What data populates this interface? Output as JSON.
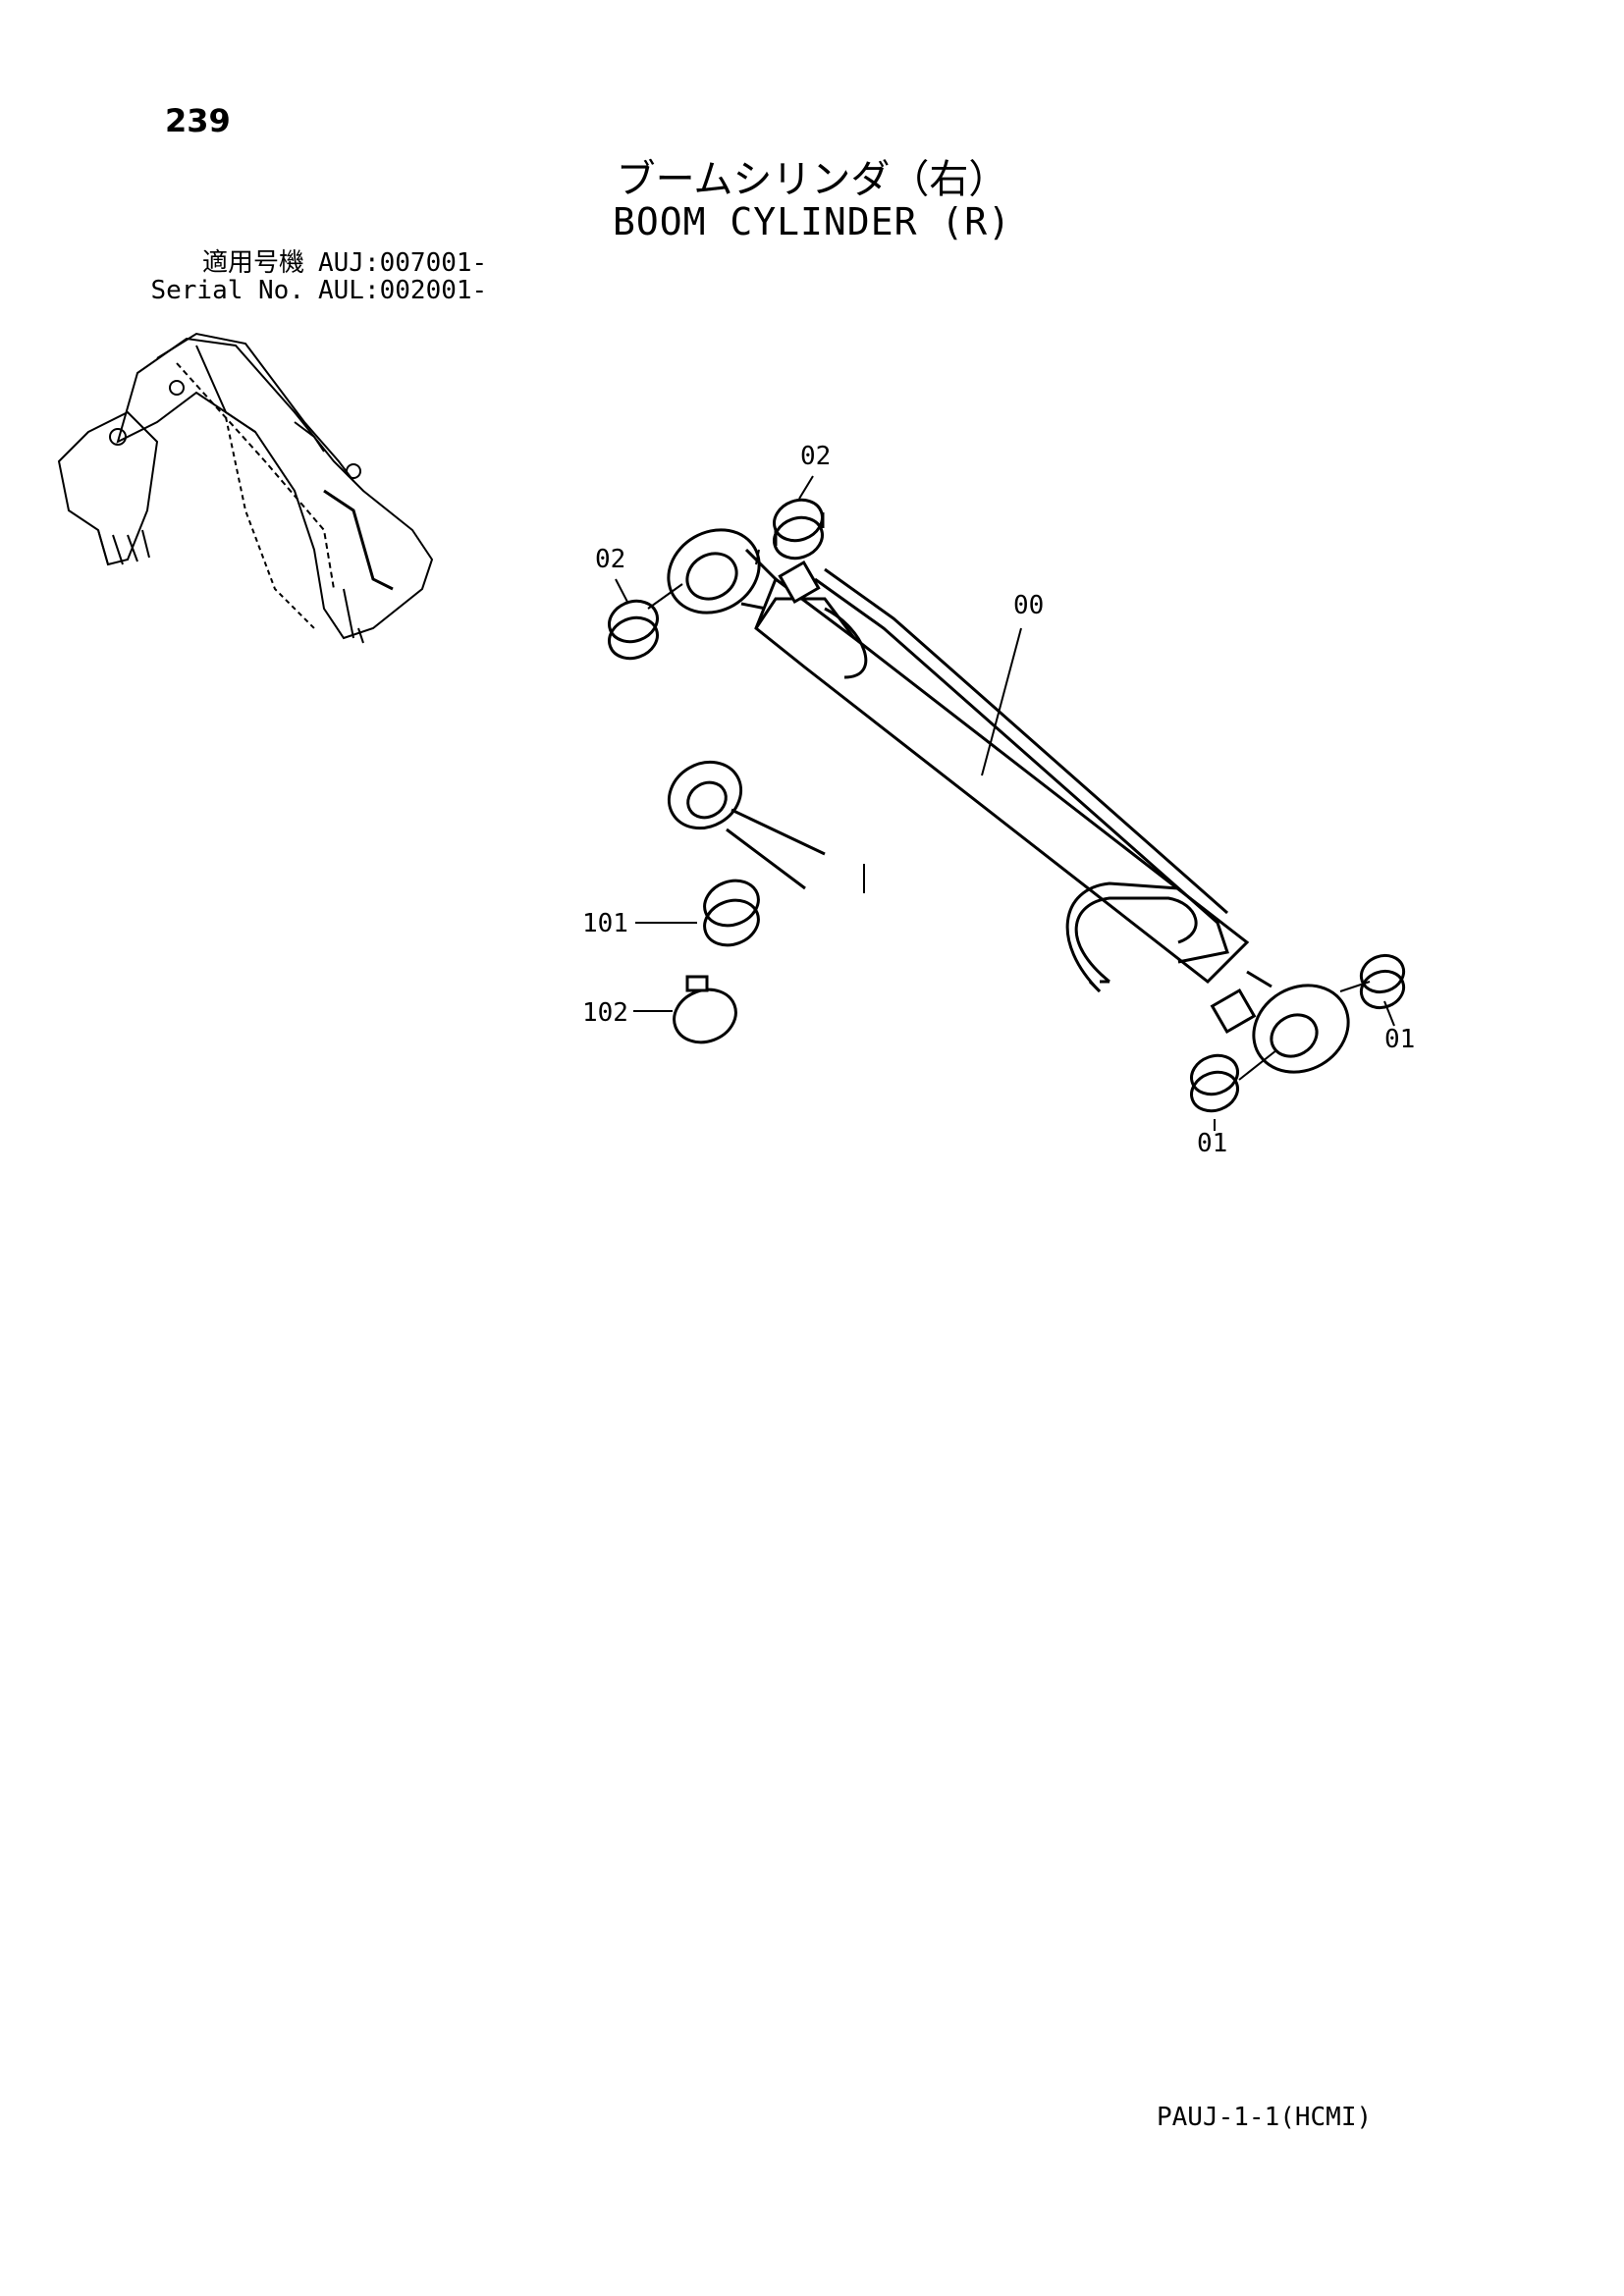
{
  "page_number": "239",
  "title_jp": "ブームシリンダ（右）",
  "title_en": "BOOM CYLINDER (R)",
  "serial": {
    "label_jp": "適用号機",
    "value_jp": "AUJ:007001-",
    "label_en": "Serial No.",
    "value_en": "AUL:002001-"
  },
  "callouts": {
    "top_bushing": "02",
    "left_bushing": "02",
    "cylinder": "00",
    "rod_bushing": "101",
    "snap_ring": "102",
    "right_bushing": "01",
    "bottom_bushing": "01"
  },
  "footer_code": "PAUJ-1-1(HCMI)"
}
